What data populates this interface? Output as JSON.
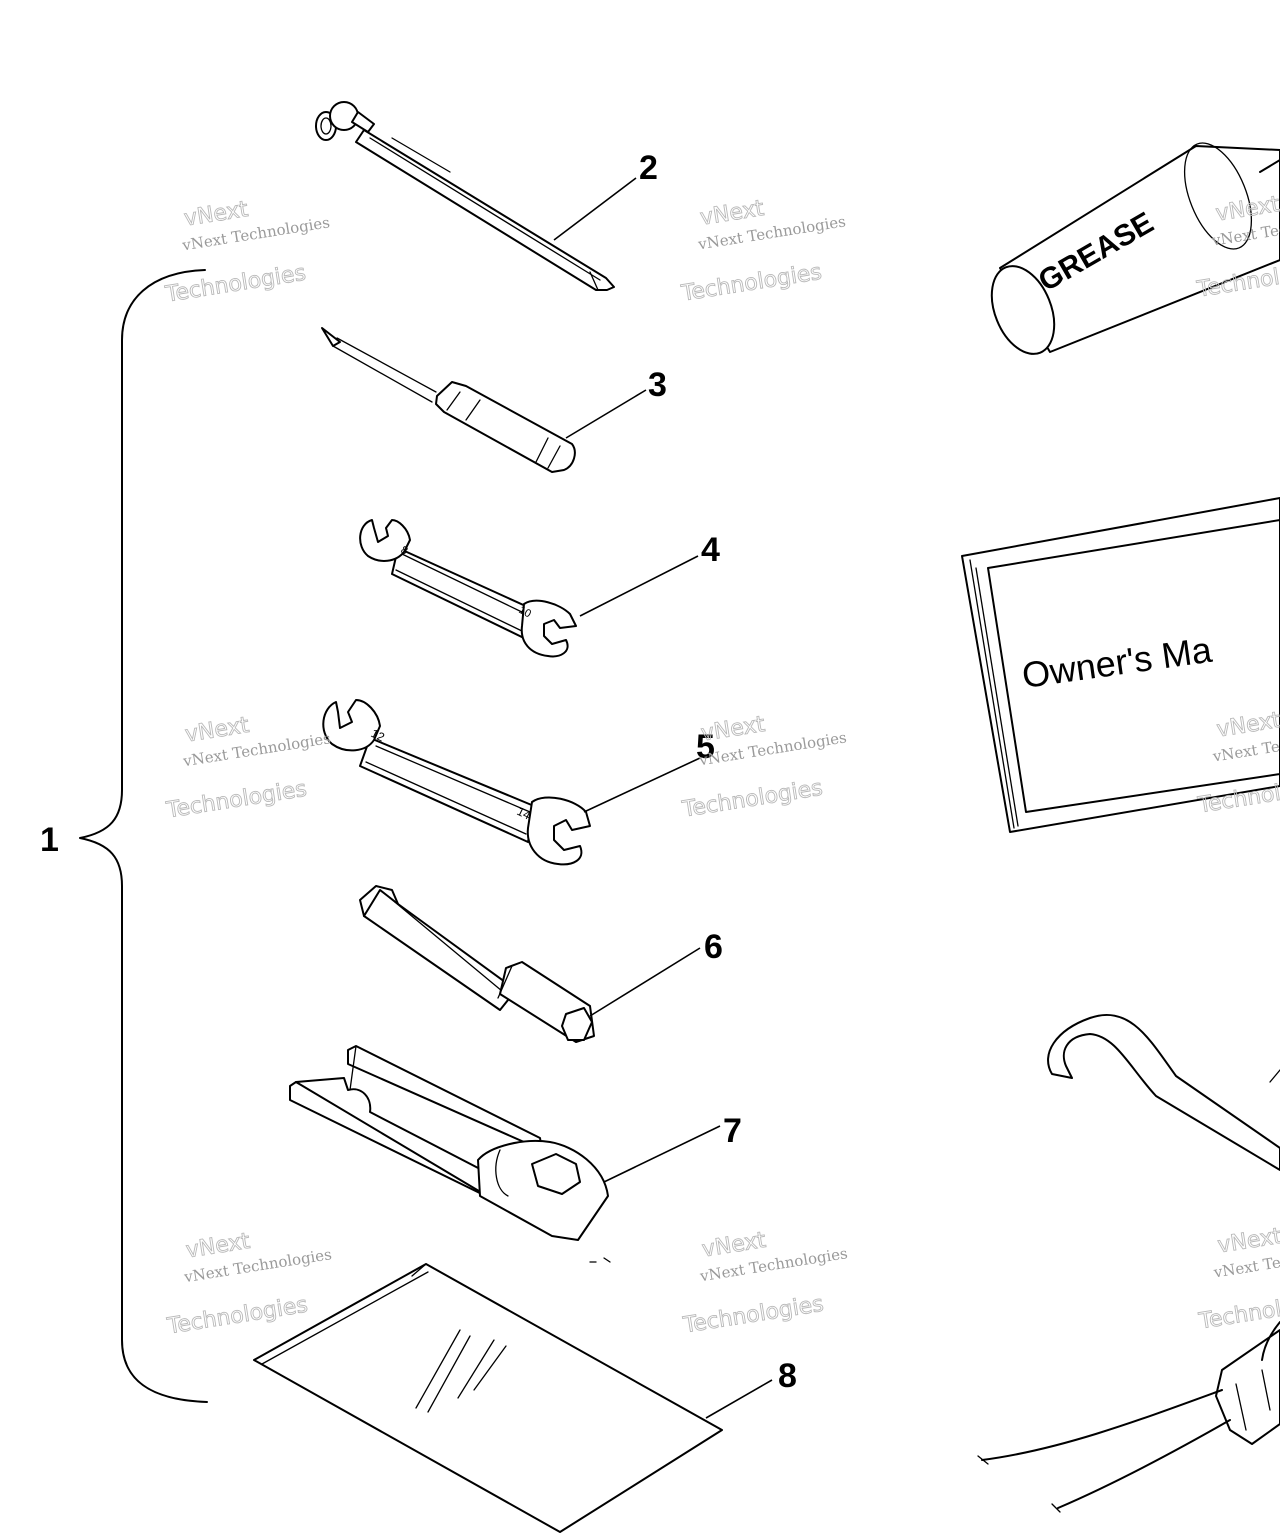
{
  "callouts": {
    "n1": "1",
    "n2": "2",
    "n3": "3",
    "n4": "4",
    "n5": "5",
    "n6": "6",
    "n7": "7",
    "n8": "8"
  },
  "grease_label": "GREASE",
  "manual_label": "Owner's Ma",
  "wrench4_marks": {
    "a": "8",
    "b": "10"
  },
  "wrench5_marks": {
    "a": "12",
    "b": "14"
  },
  "watermark": {
    "line1": "vNext",
    "line2": "vNext Technologies",
    "line3": "Technologies"
  }
}
